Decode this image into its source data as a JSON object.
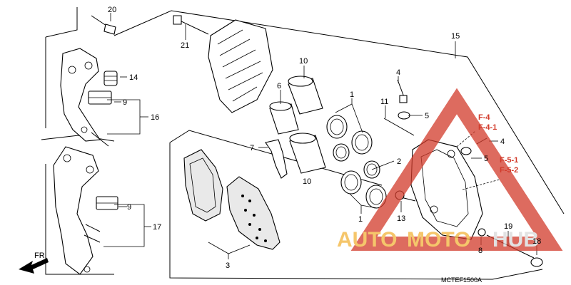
{
  "callouts": {
    "c20": "20",
    "c21": "21",
    "c14": "14",
    "c9a": "9",
    "c16": "16",
    "c9b": "9",
    "c17": "17",
    "c10a": "10",
    "c6": "6",
    "c7": "7",
    "c10b": "10",
    "c1a": "1",
    "c2": "2",
    "c1b": "1",
    "c3": "3",
    "c15": "15",
    "c4a": "4",
    "c11": "11",
    "c5a": "5",
    "c4b": "4",
    "c5b": "5",
    "c13": "13",
    "c8": "8",
    "c19": "19",
    "c18": "18"
  },
  "references": {
    "f4": "F-4",
    "f41": "F-4-1",
    "f51": "F-5-1",
    "f52": "F-5-2"
  },
  "front_label": "FR.",
  "diagram_code": "MCTEF1500A",
  "watermark": {
    "part1": "AUTO",
    "part2": "MOTO",
    "part3": "HUB"
  },
  "colors": {
    "watermark_orange": "#f2b43a",
    "watermark_red": "#d23a2a",
    "watermark_gray": "#d9d9d9"
  }
}
